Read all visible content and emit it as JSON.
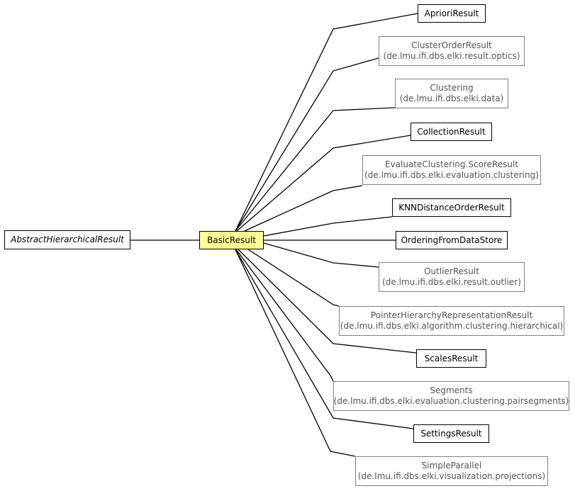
{
  "diagram": {
    "focus": {
      "label": "BasicResult"
    },
    "parent": {
      "label": "AbstractHierarchicalResult"
    },
    "children": [
      {
        "label": "AprioriResult",
        "package": ""
      },
      {
        "label": "ClusterOrderResult",
        "package": "(de.lmu.ifi.dbs.elki.result.optics)"
      },
      {
        "label": "Clustering",
        "package": "(de.lmu.ifi.dbs.elki.data)"
      },
      {
        "label": "CollectionResult",
        "package": ""
      },
      {
        "label": "EvaluateClustering.ScoreResult",
        "package": "(de.lmu.ifi.dbs.elki.evaluation.clustering)"
      },
      {
        "label": "KNNDistanceOrderResult",
        "package": ""
      },
      {
        "label": "OrderingFromDataStore",
        "package": ""
      },
      {
        "label": "OutlierResult",
        "package": "(de.lmu.ifi.dbs.elki.result.outlier)"
      },
      {
        "label": "PointerHierarchyRepresentationResult",
        "package": "(de.lmu.ifi.dbs.elki.algorithm.clustering.hierarchical)"
      },
      {
        "label": "ScalesResult",
        "package": ""
      },
      {
        "label": "Segments",
        "package": "(de.lmu.ifi.dbs.elki.evaluation.clustering.pairsegments)"
      },
      {
        "label": "SettingsResult",
        "package": ""
      },
      {
        "label": "SimpleParallel",
        "package": "(de.lmu.ifi.dbs.elki.visualization.projections)"
      }
    ]
  }
}
